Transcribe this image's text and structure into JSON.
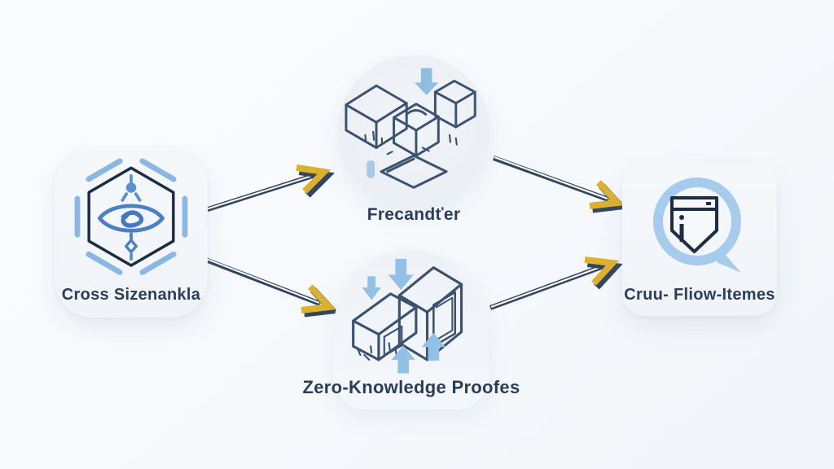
{
  "diagram": {
    "nodes": {
      "source": {
        "label": "Cross Sizenankla",
        "icon": "hexagon-eye-icon"
      },
      "process_top": {
        "label": "Frecandťer",
        "icon": "isometric-blocks-icon"
      },
      "process_bottom": {
        "label": "Zero-Knowledge Proofes",
        "icon": "isometric-boxes-arrows-icon"
      },
      "result": {
        "label": "Cruu- Fliow-Itemes",
        "icon": "magnifier-shield-icon"
      }
    },
    "edges": [
      {
        "from": "source",
        "to": "process_top"
      },
      {
        "from": "source",
        "to": "process_bottom"
      },
      {
        "from": "process_top",
        "to": "result"
      },
      {
        "from": "process_bottom",
        "to": "result"
      }
    ],
    "colors": {
      "background": "#f7f9fc",
      "card": "#f3f6fa",
      "navy_text": "#2c3e57",
      "sketch_stroke": "#3c5270",
      "light_blue": "#8fbde4",
      "pale_blue": "#a6cbec",
      "arrow_shaft": "#33465f",
      "arrow_head": "#ddb12e"
    }
  }
}
